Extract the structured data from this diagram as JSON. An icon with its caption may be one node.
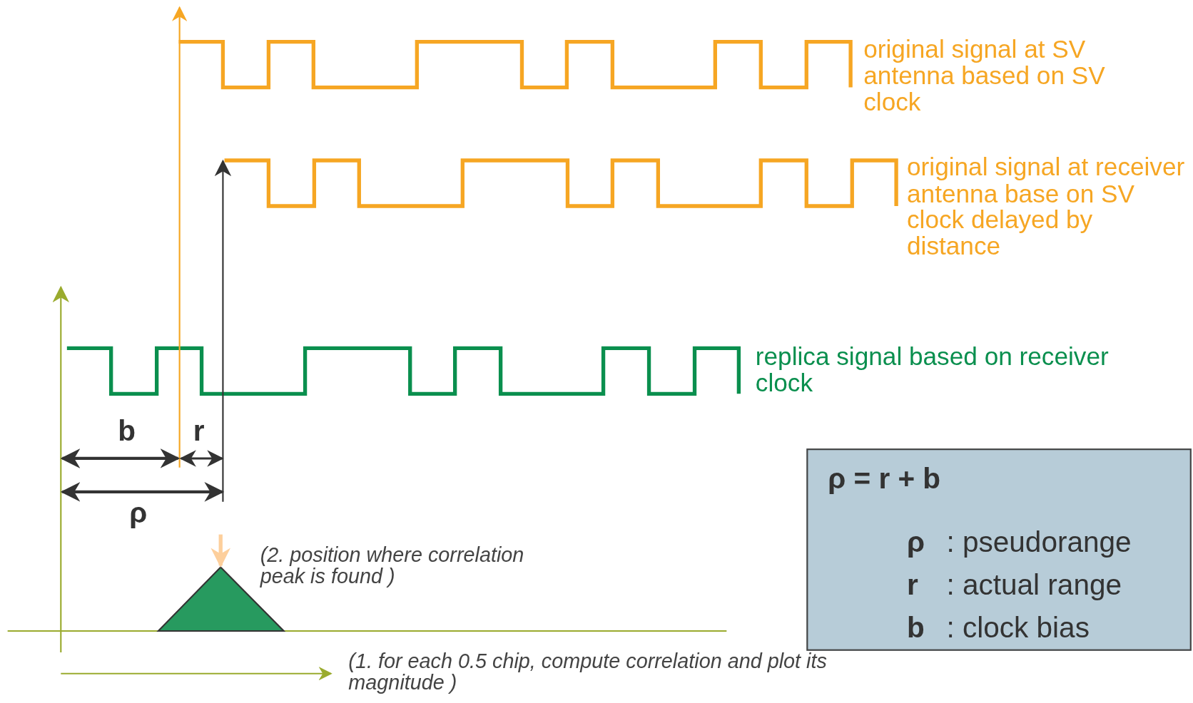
{
  "diagram": {
    "nodes": [
      {
        "text": [
          "ρ = r + b",
          "ρ",
          ": pseudorange",
          "r",
          ": actual range",
          "b",
          ": clock bias"
        ]
      },
      {
        "text": [],
        "shape": "triangle"
      }
    ],
    "edges": [
      {
        "from": null,
        "to": 1,
        "arrow": "to"
      }
    ],
    "labels": [
      "original signal at SV antenna based on SV clock",
      "original signal at receiver antenna base on SV clock delayed by distance",
      "replica signal based on receiver clock",
      "b",
      "r",
      "ρ",
      "(2. position where correlation peak is found )",
      "(1. for each 0.5 chip, compute correlation and plot its magnitude )"
    ]
  }
}
